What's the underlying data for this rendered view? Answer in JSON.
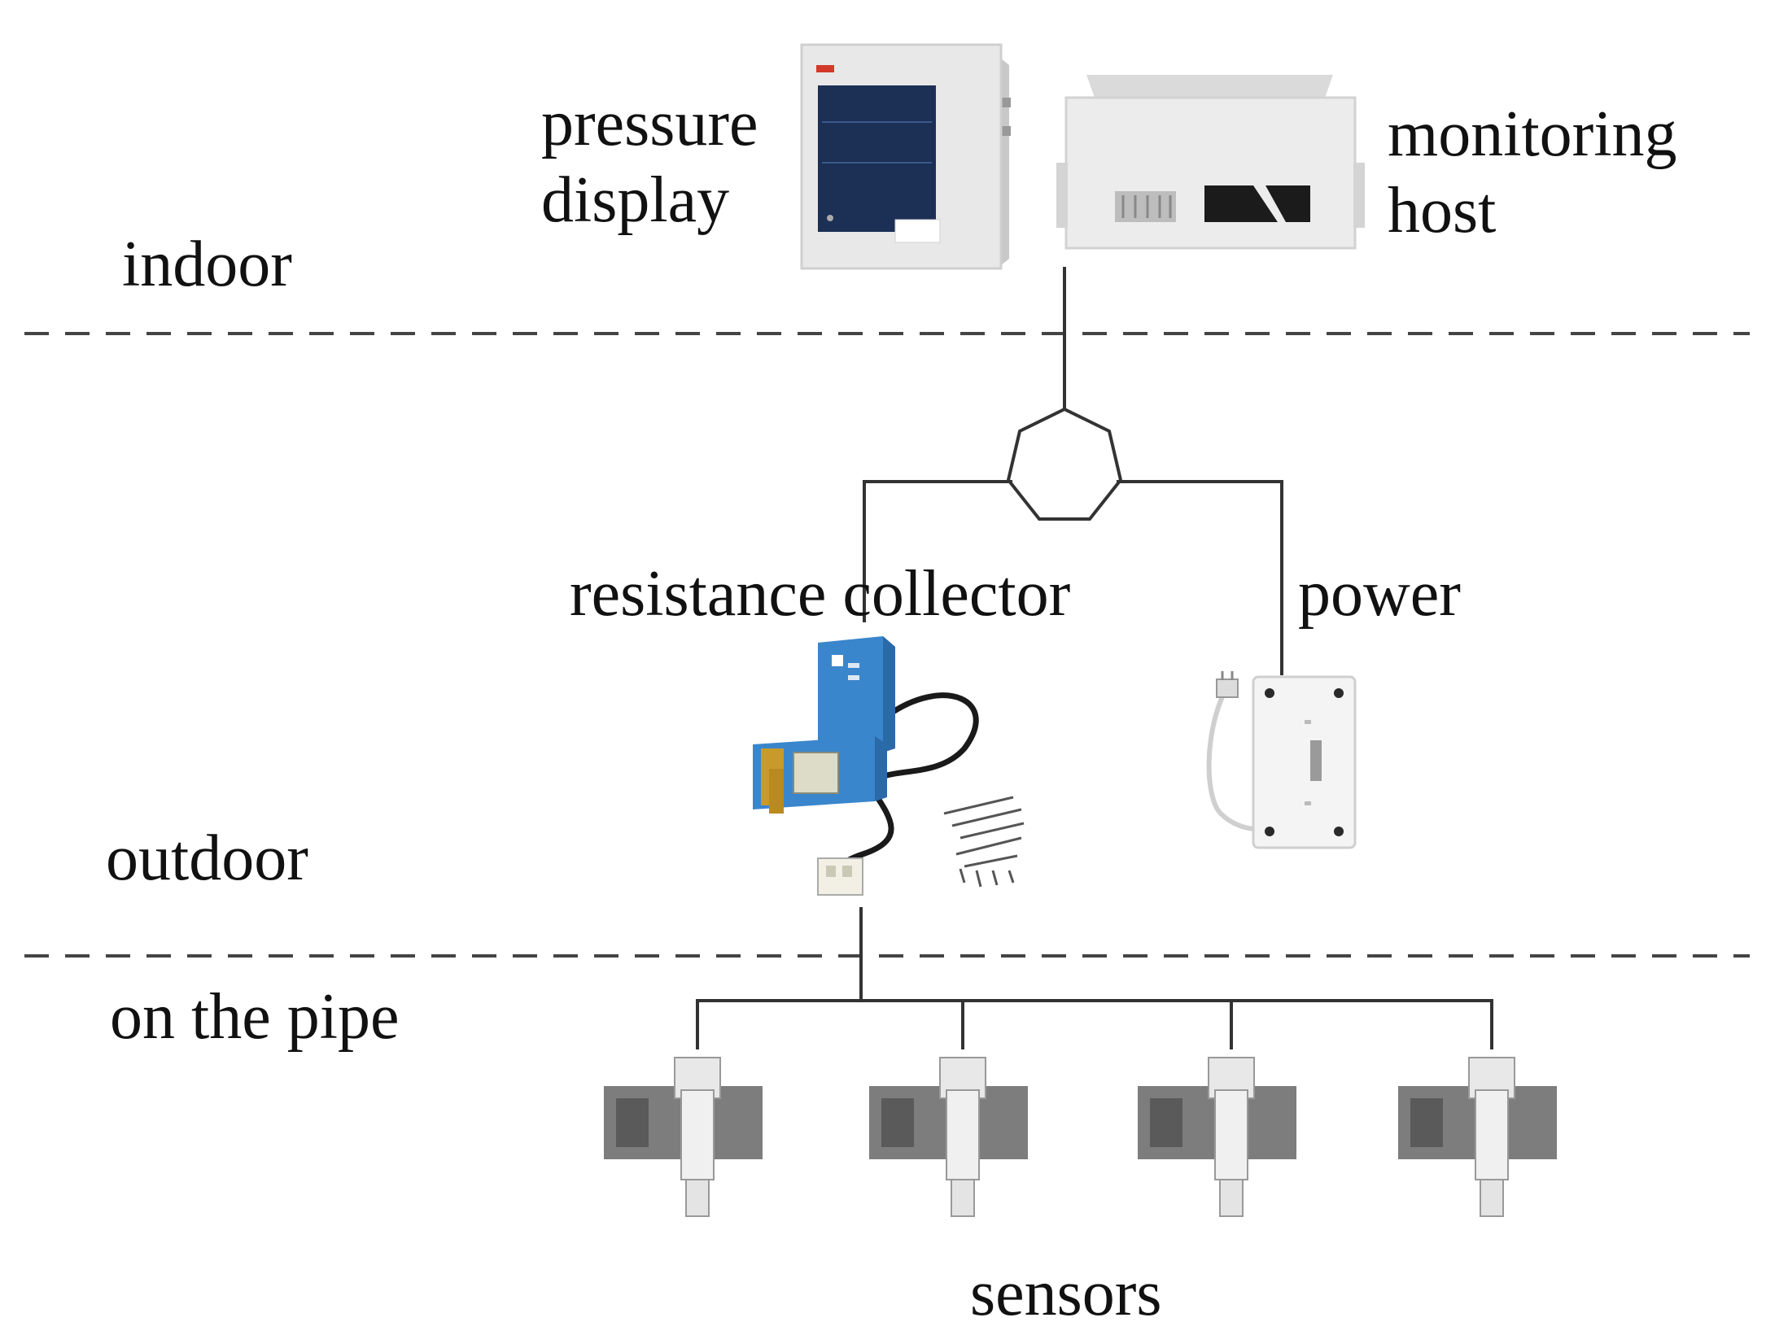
{
  "zones": {
    "indoor": "indoor",
    "outdoor": "outdoor",
    "on_pipe": "on the pipe"
  },
  "devices": {
    "pressure_display": {
      "line1": "pressure",
      "line2": "display"
    },
    "monitoring_host": {
      "line1": "monitoring",
      "line2": "host"
    },
    "resistance_collector": {
      "label": "resistance collector"
    },
    "power": {
      "label": "power"
    },
    "sensors": {
      "label": "sensors",
      "count": 4
    }
  },
  "colors": {
    "line": "#333333",
    "dash": "#444444",
    "collector_blue": "#3a86cc",
    "device_grey": "#e6e6e6",
    "screen": "#1c2f55",
    "sensor_grey": "#7d7d7d"
  }
}
